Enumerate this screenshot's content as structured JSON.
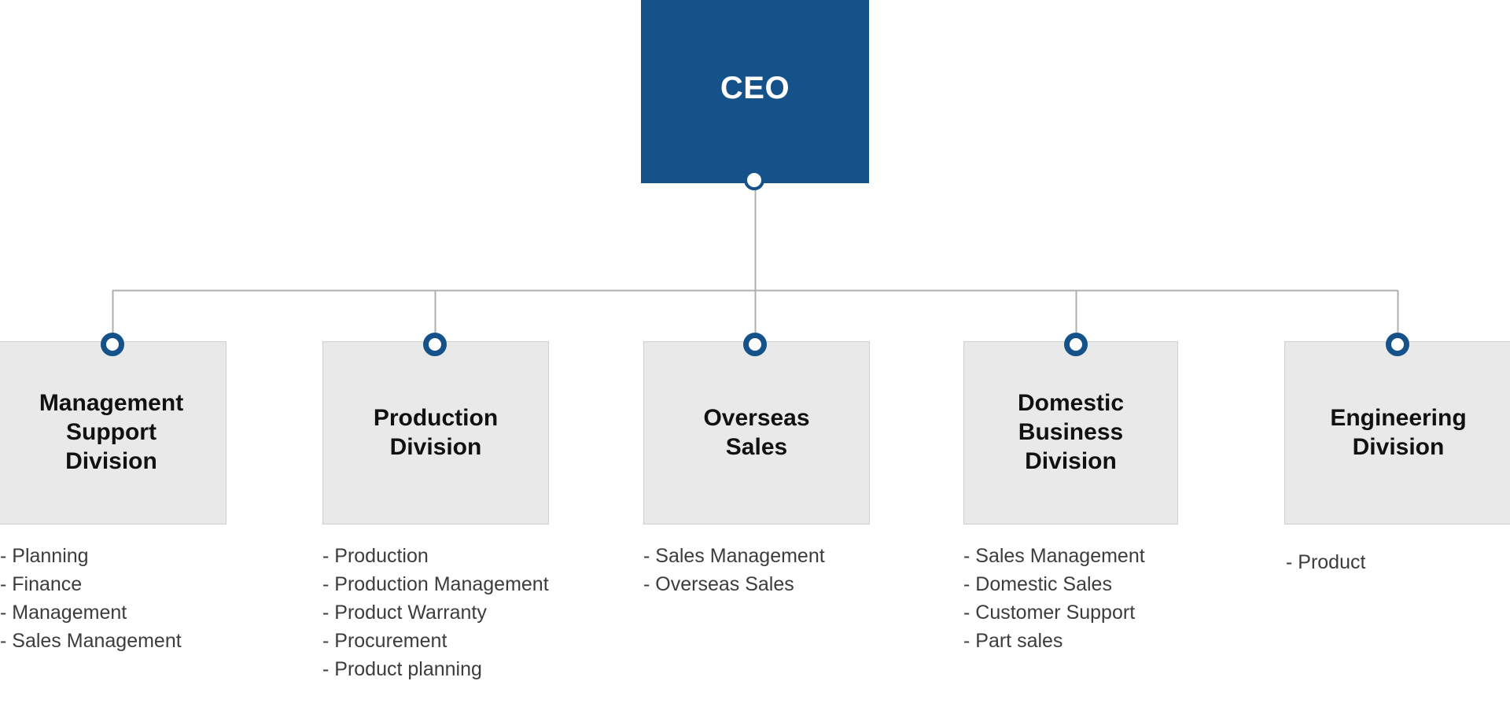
{
  "chart_data": {
    "type": "diagram",
    "diagram_type": "organization-chart",
    "title": "",
    "root": {
      "label": "CEO"
    },
    "levels": 2,
    "branch_count": 5
  },
  "colors": {
    "root_fill": "#15528A",
    "root_text": "#FFFFFF",
    "node_fill": "#E9E9E9",
    "node_border": "#CFCFCF",
    "node_text": "#111111",
    "connector_line": "#AFAFAF",
    "connector_accent": "#15528A",
    "list_text": "#3C3C3C",
    "background": "#FFFFFF"
  },
  "root": {
    "label": "CEO",
    "connector_name": "root-connector-dot"
  },
  "divisions": [
    {
      "label": "Management\nSupport\nDivision",
      "name": "management-support-division",
      "items": [
        "- Planning",
        "- Finance",
        "- Management",
        "- Sales Management"
      ]
    },
    {
      "label": "Production\nDivision",
      "name": "production-division",
      "items": [
        "- Production",
        "- Production Management",
        "- Product Warranty",
        "- Procurement",
        "- Product planning"
      ]
    },
    {
      "label": "Overseas\nSales",
      "name": "overseas-sales",
      "items": [
        "- Sales Management",
        "- Overseas Sales"
      ]
    },
    {
      "label": "Domestic\nBusiness\nDivision",
      "name": "domestic-business-division",
      "items": [
        "- Sales Management",
        "- Domestic Sales",
        "- Customer Support",
        "- Part sales"
      ]
    },
    {
      "label": "Engineering\nDivision",
      "name": "engineering-division",
      "items": [
        "- Product"
      ]
    }
  ]
}
